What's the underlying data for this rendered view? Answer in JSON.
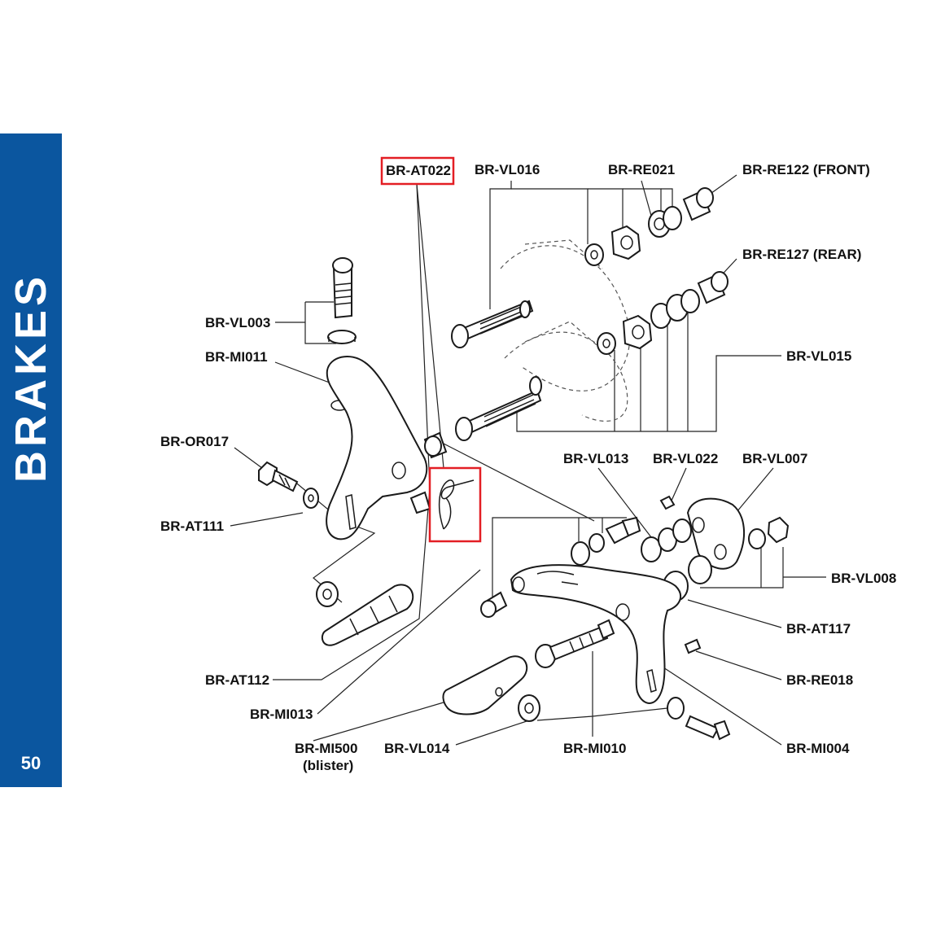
{
  "section": {
    "title": "BRAKES",
    "page_number": "50"
  },
  "labels": {
    "at022": "BR-AT022",
    "vl016": "BR-VL016",
    "re021": "BR-RE021",
    "re122": "BR-RE122 (FRONT)",
    "re127": "BR-RE127 (REAR)",
    "vl015": "BR-VL015",
    "vl003": "BR-VL003",
    "mi011": "BR-MI011",
    "or017": "BR-OR017",
    "at111": "BR-AT111",
    "vl013": "BR-VL013",
    "vl022": "BR-VL022",
    "vl007": "BR-VL007",
    "vl008": "BR-VL008",
    "at117": "BR-AT117",
    "re018": "BR-RE018",
    "at112": "BR-AT112",
    "mi013": "BR-MI013",
    "mi500": "BR-MI500",
    "mi500_note": "(blister)",
    "vl014": "BR-VL014",
    "mi010": "BR-MI010",
    "mi004": "BR-MI004"
  },
  "highlight_color": "#e31e24",
  "sidebar_color": "#0b569f"
}
